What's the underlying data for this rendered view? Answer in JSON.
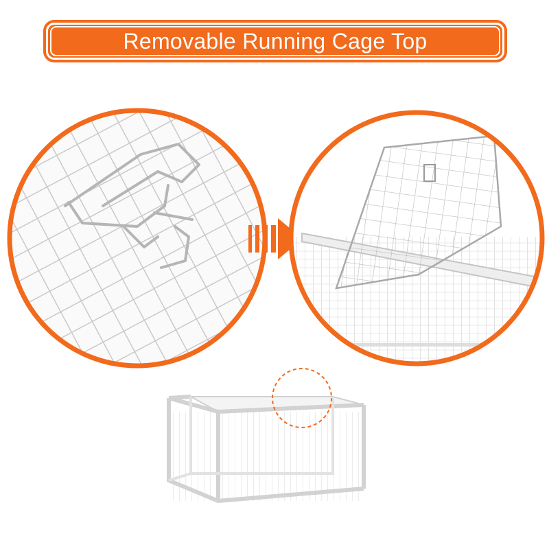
{
  "banner": {
    "title": "Removable Running Cage Top",
    "color": "#f26a1b",
    "text_color": "#ffffff"
  },
  "images": {
    "left_circle": "cage-latch-closeup",
    "right_circle": "cage-top-lid-open",
    "arrow": "right-arrow-icon",
    "bottom": "rectangular-wire-cage"
  },
  "accent_color": "#f26a1b"
}
